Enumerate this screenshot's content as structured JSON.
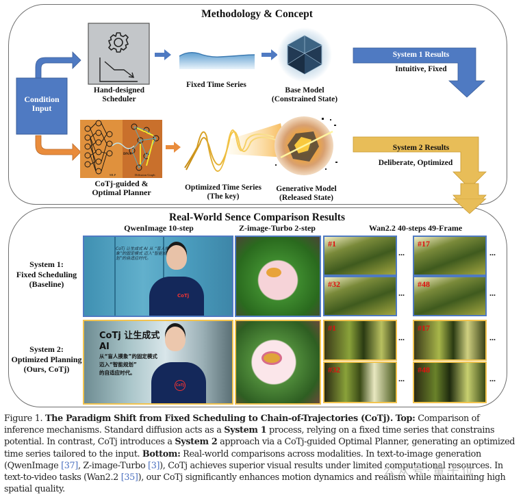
{
  "top": {
    "title": "Methodology & Concept",
    "condition_input": "Condition Input",
    "scheduler_label_1": "Hand-designed",
    "scheduler_label_2": "Scheduler",
    "fixed_series": "Fixed Time Series",
    "base_model_1": "Base Model",
    "base_model_2": "(Constrained State)",
    "system1_title": "System 1 Results",
    "system1_sub": "Intuitive, Fixed",
    "planner_mlp": "MLP",
    "planner_dna": "DNA",
    "planner_graph": "Diffusion Graph",
    "planner_label_1": "CoTj-guided &",
    "planner_label_2": "Optimal Planner",
    "opt_series_1": "Optimized Time Series",
    "opt_series_2": "(The key)",
    "gen_model_1": "Generative Model",
    "gen_model_2": "(Released State)",
    "system2_title": "System 2 Results",
    "system2_sub": "Deliberate, Optimized"
  },
  "bottom": {
    "title": "Real-World Sence Comparison Results",
    "columns": [
      "QwenImage 10-step",
      "Z-image-Turbo 2-step",
      "Wan2.2 40-steps 49-Frame"
    ],
    "rows": [
      {
        "line1": "System 1:",
        "line2": "Fixed Scheduling",
        "line3": "(Baseline)"
      },
      {
        "line1": "System 2:",
        "line2": "Optimized Planning",
        "line3": "(Ours, CoTj)"
      }
    ],
    "board_text_s1": "CoTj 让生成式 AI 从 “盲人摸象”的固定模式 迈入“智能规划”的自适应时代。",
    "board_text_s2": [
      "CoTj 让生成式AI",
      "从“盲人摸象”的固定模式",
      "迈入“智能规划”",
      "的自适应时代。"
    ],
    "shirt_logo": "CoTj",
    "frames": [
      "#1",
      "#17",
      "#32",
      "#48"
    ],
    "ellipsis": "..."
  },
  "caption": {
    "prefix": "Figure 1.",
    "title": "The Paradigm Shift from Fixed Scheduling to Chain-of-Trajectories (CoTj).",
    "top_label": "Top:",
    "t1": "Comparison of inference mechanisms. Standard diffusion acts as a",
    "sys1": "System 1",
    "t2": "process, relying on a fixed time series that constrains potential. In contrast, CoTj introduces a",
    "sys2": "System 2",
    "t3": "approach via a CoTj-guided Optimal Planner, generating an optimized time series tailored to the input.",
    "bottom_label": "Bottom:",
    "t4": "Real-world comparisons across modalities. In text-to-image generation (QwenImage",
    "cite1": "[37]",
    "t5": ", Z-image-Turbo",
    "cite2": "[3]",
    "t6": "), CoTj achieves superior visual results under limited computational resources. In text-to-video tasks (Wan2.2",
    "cite3": "[35]",
    "t7": "), our CoTj significantly enhances motion dynamics and realism while maintaining high spatial quality."
  },
  "watermark": "公众号·量子位",
  "colors": {
    "system1_blue": "#4f7ac2",
    "system2_gold": "#e8bd58",
    "orange_arrow": "#e98c3c",
    "caption_cite": "#4a6fbf",
    "frame_number_red": "#e01010"
  }
}
